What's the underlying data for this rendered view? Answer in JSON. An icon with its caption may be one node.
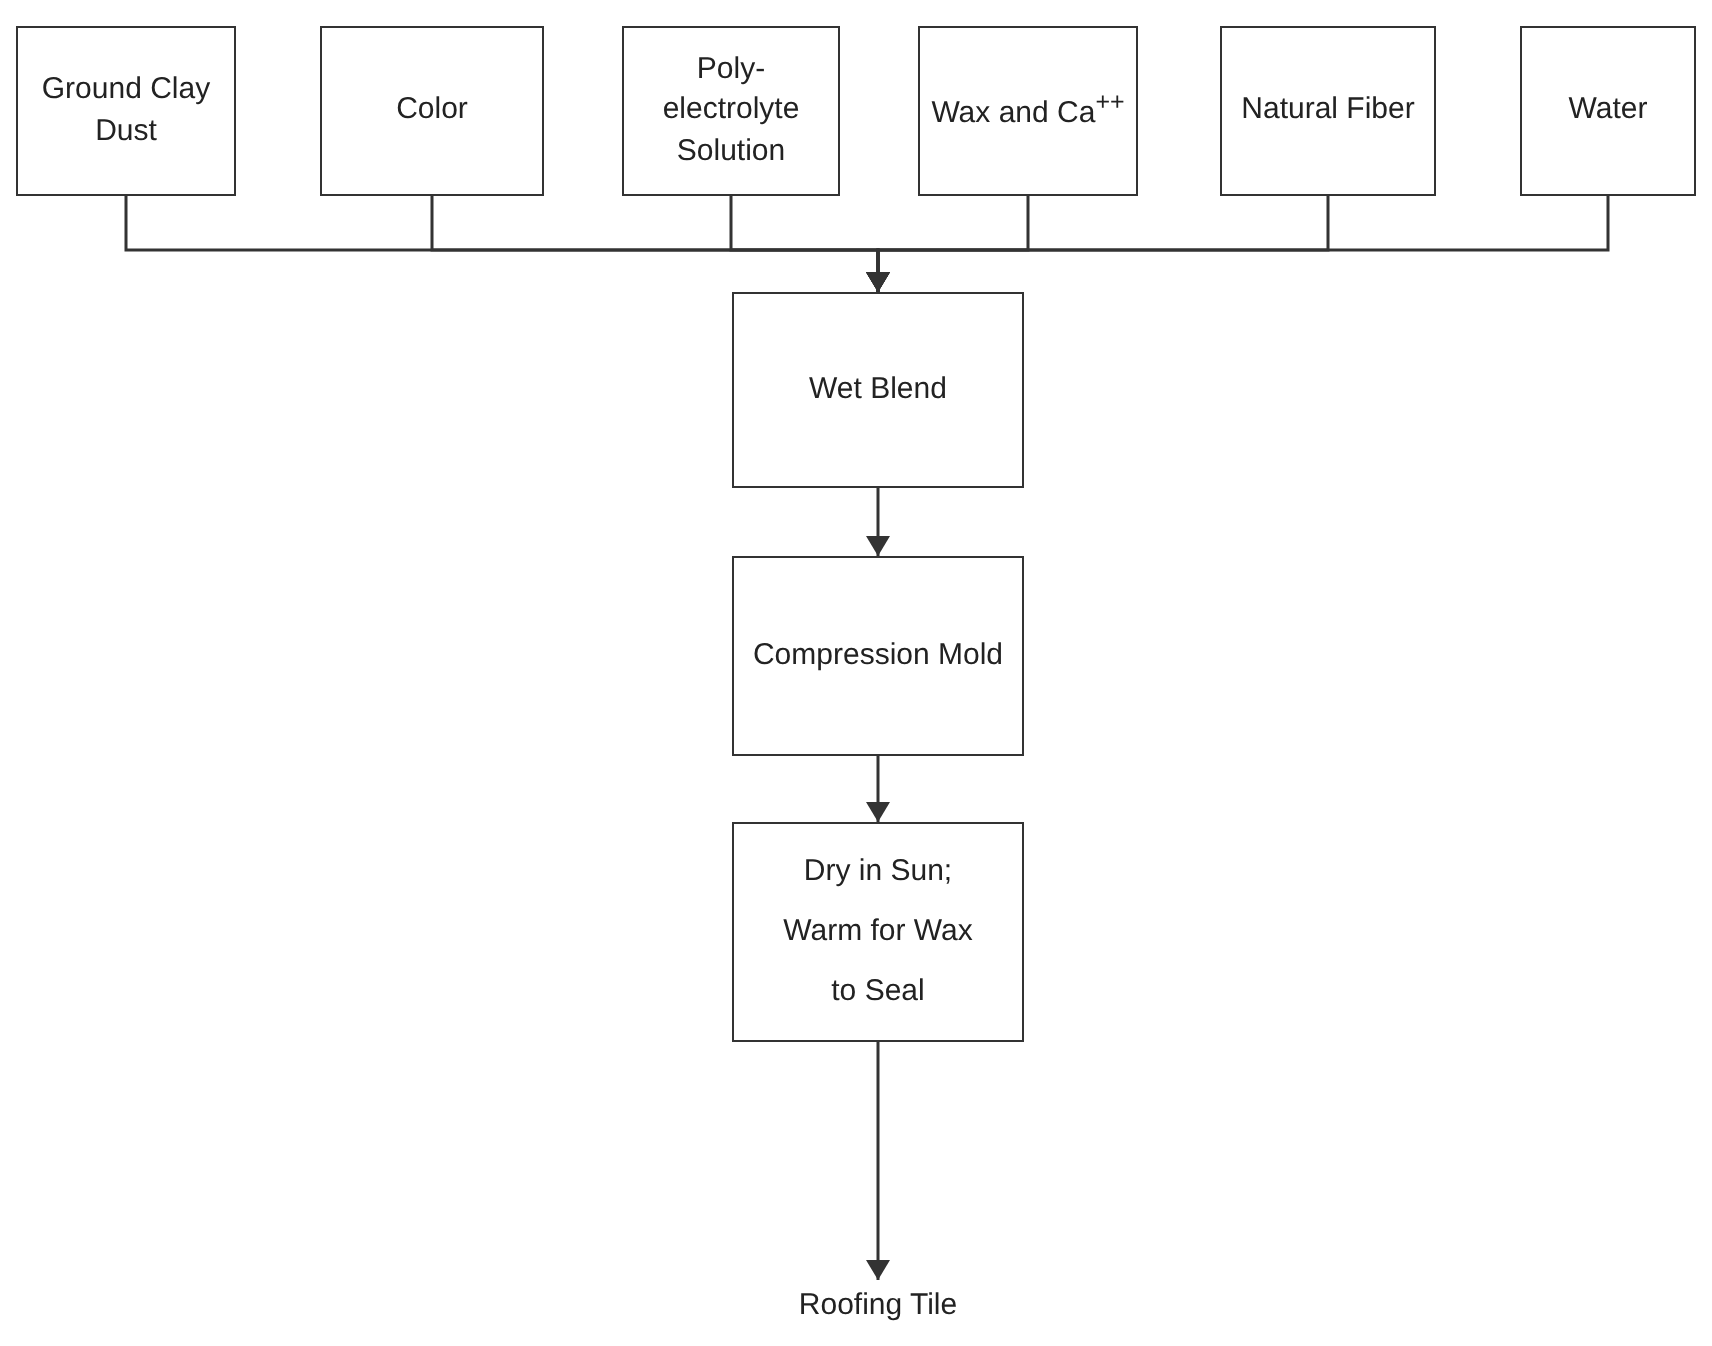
{
  "diagram": {
    "nodes": [
      {
        "text": [
          "Ground Clay Dust"
        ]
      },
      {
        "text": [
          "Color"
        ]
      },
      {
        "text": [
          "Poly- electrolyte Solution"
        ]
      },
      {
        "text": [
          "Wax and Ca$^{++}$"
        ]
      },
      {
        "text": [
          "Natural Fiber"
        ]
      },
      {
        "text": [
          "Water"
        ]
      },
      {
        "text": [
          "Wet Blend"
        ]
      },
      {
        "text": [
          "Compression Mold"
        ]
      },
      {
        "text": [
          "Dry in Sun; Warm for Wax to Seal"
        ]
      },
      {
        "text": [
          "Roofing Tile"
        ]
      }
    ],
    "edges": [
      {
        "from": 0,
        "to": 6,
        "arrow": "to"
      },
      {
        "from": 1,
        "to": 6,
        "arrow": "to"
      },
      {
        "from": 2,
        "to": 6,
        "arrow": "to"
      },
      {
        "from": 3,
        "to": 6,
        "arrow": "to"
      },
      {
        "from": 4,
        "to": 6,
        "arrow": "to"
      },
      {
        "from": 5,
        "to": 6,
        "arrow": "to"
      },
      {
        "from": 6,
        "to": 7,
        "arrow": "to"
      },
      {
        "from": 7,
        "to": 8,
        "arrow": "to"
      },
      {
        "from": 8,
        "to": 9,
        "arrow": "to"
      }
    ]
  }
}
